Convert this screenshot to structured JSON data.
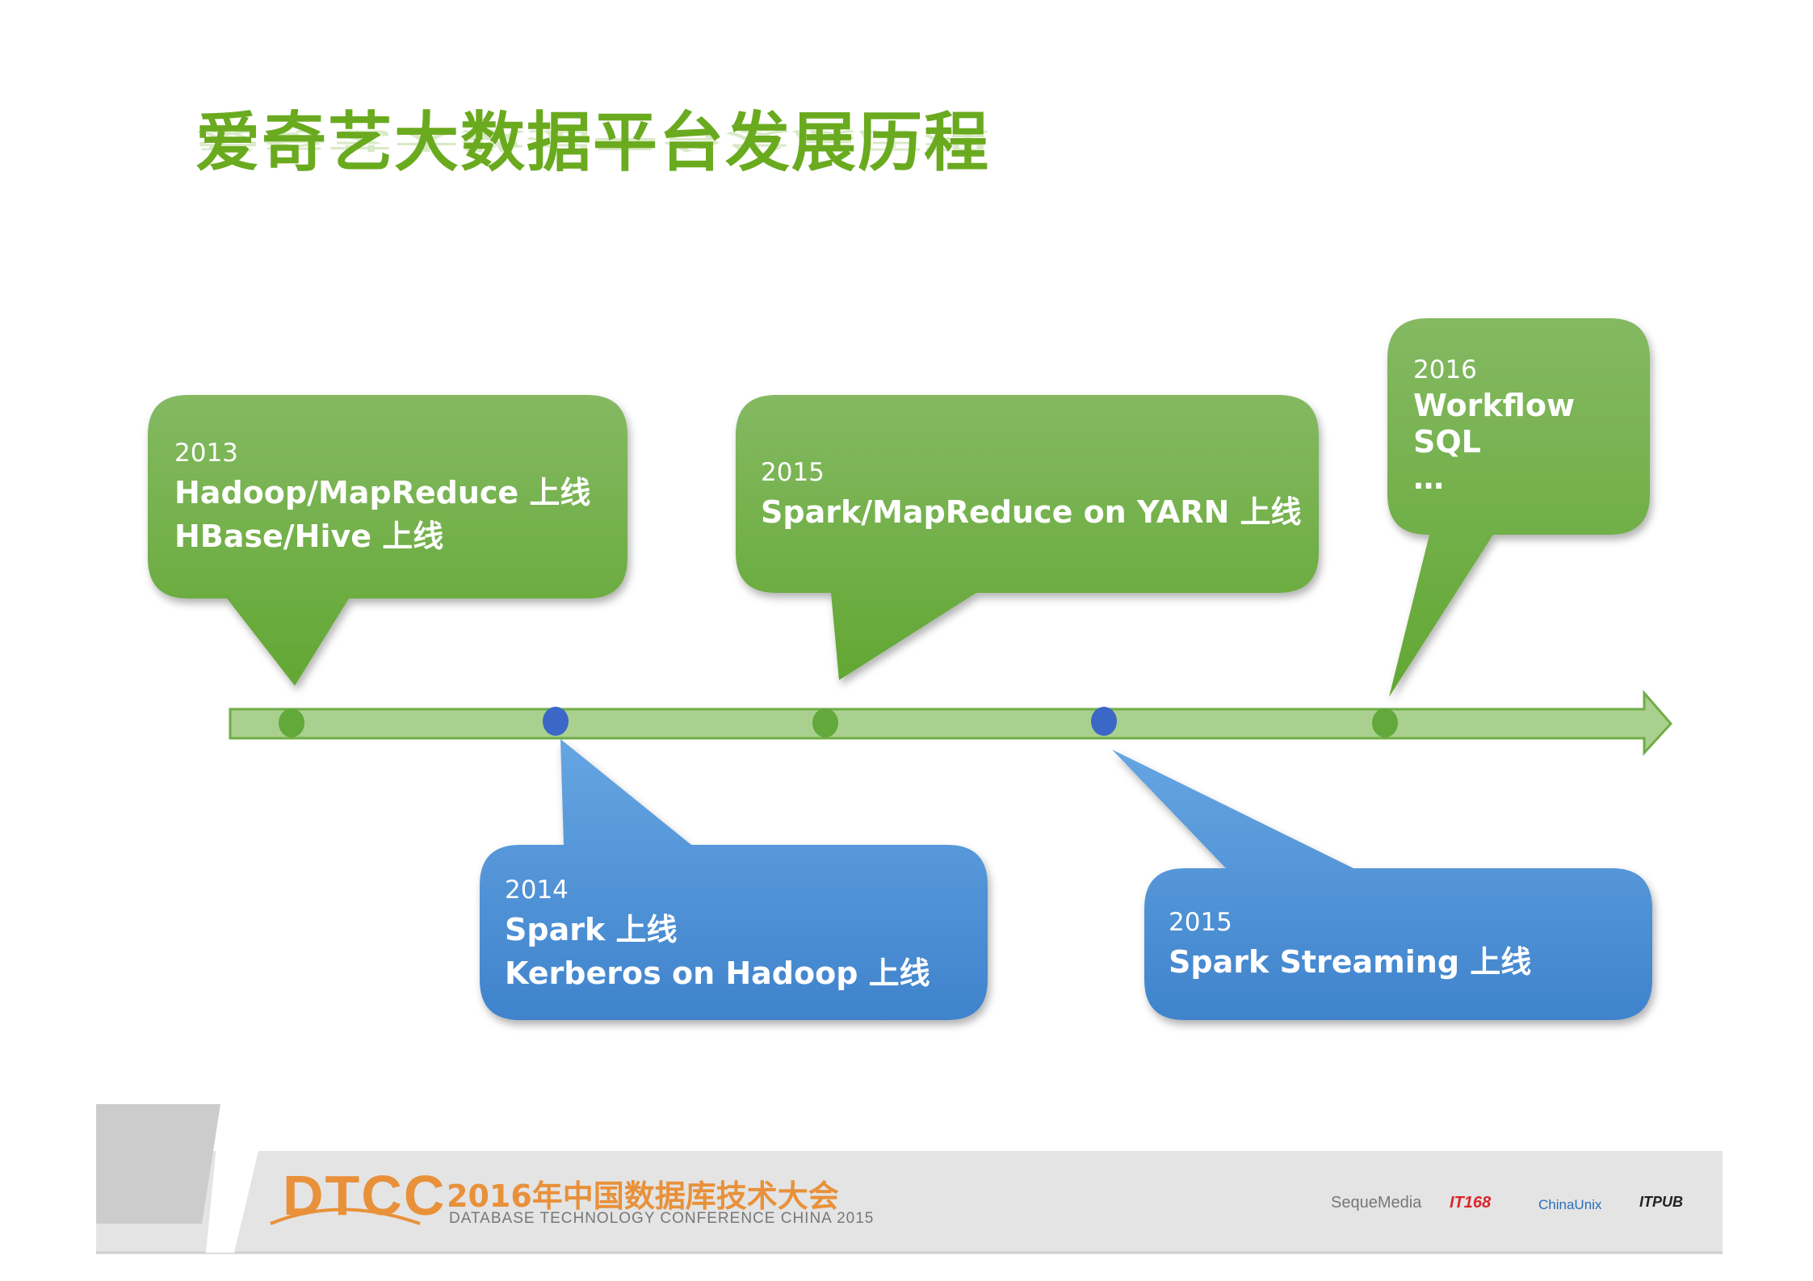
{
  "title": "爱奇艺大数据平台发展历程",
  "colors": {
    "title": "#6aaa1f",
    "green_bubble": "#6eae3f",
    "blue_bubble": "#4a8fd6",
    "timeline": "#a9d08e",
    "footer_orange": "#e8913a"
  },
  "milestones": [
    {
      "year": "2013",
      "lines": [
        "Hadoop/MapReduce 上线",
        "HBase/Hive 上线"
      ]
    },
    {
      "year": "2014",
      "lines": [
        "Spark 上线",
        "Kerberos on Hadoop 上线"
      ]
    },
    {
      "year": "2015",
      "lines": [
        "Spark/MapReduce on YARN 上线"
      ]
    },
    {
      "year": "2015",
      "lines": [
        "Spark Streaming 上线"
      ]
    },
    {
      "year": "2016",
      "lines": [
        "Workflow",
        "SQL",
        "…"
      ]
    }
  ],
  "footer": {
    "brand": "DTCC",
    "conference_cn": "2016年中国数据库技术大会",
    "conference_en": "DATABASE TECHNOLOGY CONFERENCE CHINA 2015",
    "sponsors": [
      "SequeMedia",
      "IT168",
      "ChinaUnix",
      "ITPUB"
    ]
  }
}
